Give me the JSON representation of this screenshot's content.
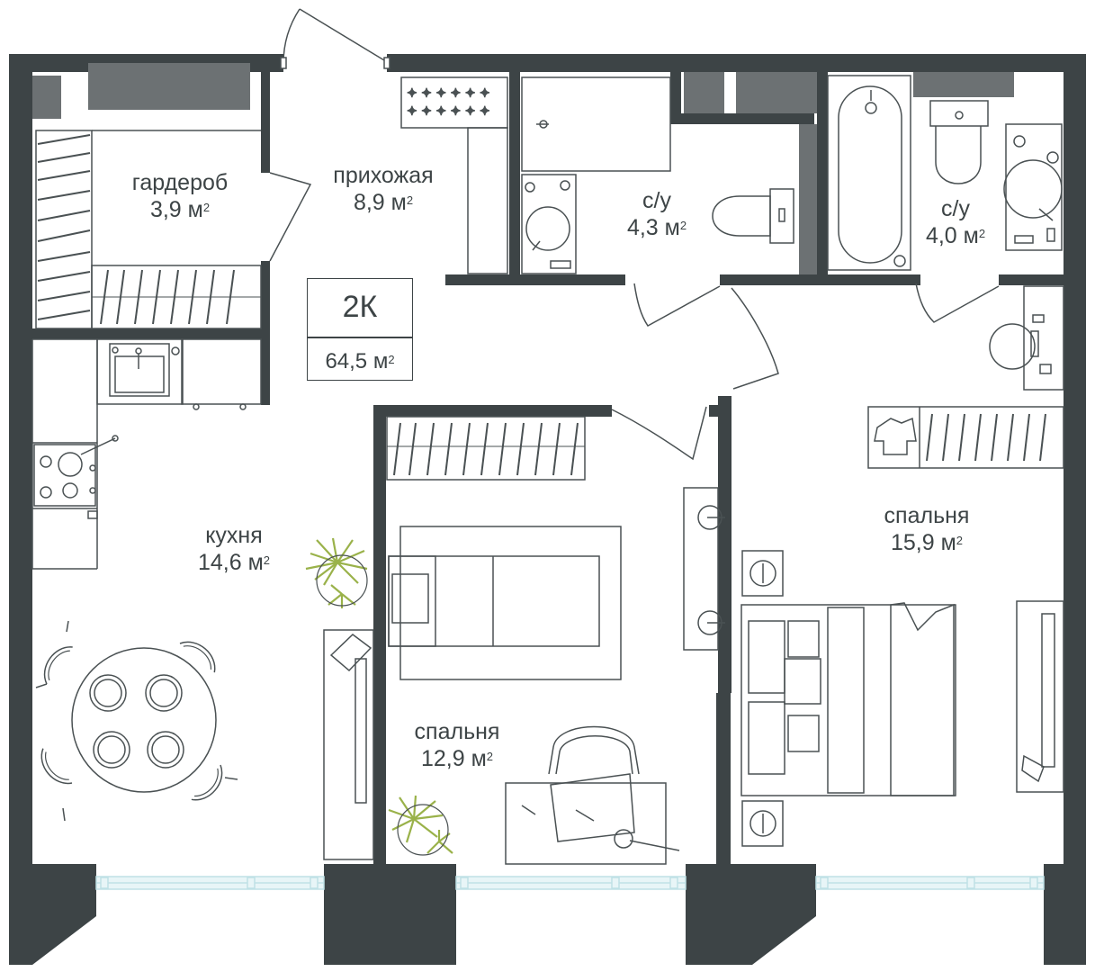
{
  "colors": {
    "wall": "#3d4446",
    "line": "#4a5153",
    "grey_block": "#6c7173",
    "window": "#bfe1e6",
    "plant": "#9ab24a",
    "background": "#ffffff"
  },
  "unit": {
    "type": "2К",
    "total_area": "64,5 м",
    "area_unit_sup": "2"
  },
  "rooms": [
    {
      "id": "garderob",
      "name": "гардероб",
      "area": "3,9 м",
      "sup": "2"
    },
    {
      "id": "prihozhaya",
      "name": "прихожая",
      "area": "8,9 м",
      "sup": "2"
    },
    {
      "id": "su1",
      "name": "с/у",
      "area": "4,3 м",
      "sup": "2"
    },
    {
      "id": "su2",
      "name": "с/у",
      "area": "4,0 м",
      "sup": "2"
    },
    {
      "id": "kuhnya",
      "name": "кухня",
      "area": "14,6 м",
      "sup": "2"
    },
    {
      "id": "spalnya1",
      "name": "спальня",
      "area": "12,9 м",
      "sup": "2"
    },
    {
      "id": "spalnya2",
      "name": "спальня",
      "area": "15,9 м",
      "sup": "2"
    }
  ],
  "icons": {
    "toilet": "toilet-icon",
    "bathtub": "bathtub-icon",
    "sink": "sink-icon",
    "shower": "shower-icon",
    "bed": "bed-icon",
    "plant": "plant-icon",
    "stove": "stove-icon",
    "table": "dining-table-icon"
  }
}
